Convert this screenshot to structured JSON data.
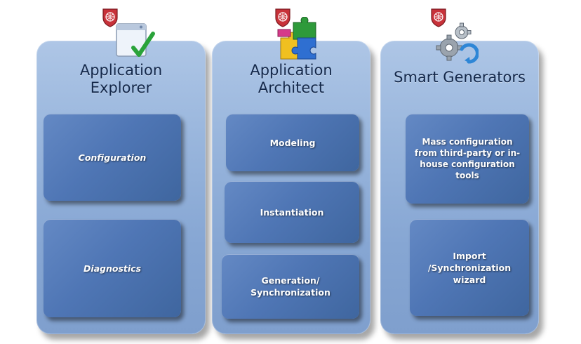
{
  "columns": [
    {
      "title": "Application\nExplorer",
      "icon": "browser-checkmark-icon",
      "cards": [
        {
          "label": "Configuration"
        },
        {
          "label": "Diagnostics"
        }
      ]
    },
    {
      "title": "Application\nArchitect",
      "icon": "puzzle-pieces-icon",
      "cards": [
        {
          "label": "Modeling"
        },
        {
          "label": "Instantiation"
        },
        {
          "label": "Generation/\nSynchronization"
        }
      ]
    },
    {
      "title": "Smart Generators",
      "icon": "gears-icon",
      "cards": [
        {
          "label": "Mass configuration\nfrom third-party or in-\nhouse configuration\ntools"
        },
        {
          "label": "Import\n/Synchronization\nwizard"
        }
      ]
    }
  ],
  "colors": {
    "panel": "#98b5dc",
    "card": "#4f76b5",
    "title_text": "#14284a",
    "card_text": "#ffffff"
  }
}
